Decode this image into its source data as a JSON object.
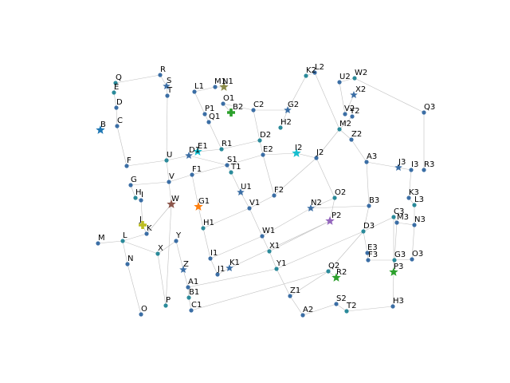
{
  "graph": {
    "colors": {
      "edge": "#c0c0c0",
      "node": "#3b6ea5",
      "node_alt": "#2a8a9a",
      "star": "#3b6ea5",
      "label": "#000000"
    },
    "markers": {
      "G1": {
        "color": "#ff7f0e",
        "shape": "star"
      },
      "P2": {
        "color": "#9467bd",
        "shape": "star"
      },
      "B2": {
        "color": "#2ca02c",
        "shape": "cross"
      },
      "I2": {
        "color": "#17becf",
        "shape": "star"
      },
      "E1": {
        "color": "#17becf",
        "shape": "star"
      },
      "J": {
        "color": "#bcbd22",
        "shape": "cross"
      },
      "N1": {
        "color": "#8c8c4a",
        "shape": "star"
      },
      "W": {
        "color": "#8c564b",
        "shape": "star"
      },
      "R2": {
        "color": "#2ca02c",
        "shape": "star"
      },
      "P3": {
        "color": "#2ca02c",
        "shape": "star"
      },
      "B": {
        "color": "#1f77b4",
        "shape": "star"
      }
    },
    "stars": [
      "S",
      "X2",
      "G2",
      "J3",
      "U1",
      "N2",
      "Z",
      "K1",
      "D1"
    ],
    "nodes": [
      {
        "id": "Q",
        "label": "Q"
      },
      {
        "id": "R",
        "label": "R"
      },
      {
        "id": "S",
        "label": "S"
      },
      {
        "id": "E",
        "label": "E"
      },
      {
        "id": "T",
        "label": "T"
      },
      {
        "id": "D",
        "label": "D"
      },
      {
        "id": "B",
        "label": "B"
      },
      {
        "id": "C",
        "label": "C"
      },
      {
        "id": "F",
        "label": "F"
      },
      {
        "id": "U",
        "label": "U"
      },
      {
        "id": "G",
        "label": "G"
      },
      {
        "id": "V",
        "label": "V"
      },
      {
        "id": "H",
        "label": "H"
      },
      {
        "id": "I",
        "label": "I"
      },
      {
        "id": "W",
        "label": "W"
      },
      {
        "id": "J",
        "label": "J"
      },
      {
        "id": "K",
        "label": "K"
      },
      {
        "id": "M",
        "label": "M"
      },
      {
        "id": "L",
        "label": "L"
      },
      {
        "id": "Y",
        "label": "Y"
      },
      {
        "id": "N",
        "label": "N"
      },
      {
        "id": "X",
        "label": "X"
      },
      {
        "id": "Z",
        "label": "Z"
      },
      {
        "id": "A1",
        "label": "A1"
      },
      {
        "id": "B1",
        "label": "B1"
      },
      {
        "id": "C1",
        "label": "C1"
      },
      {
        "id": "O",
        "label": "O"
      },
      {
        "id": "P",
        "label": "P"
      },
      {
        "id": "L1",
        "label": "L1"
      },
      {
        "id": "M1",
        "label": "M1"
      },
      {
        "id": "N1",
        "label": "N1"
      },
      {
        "id": "O1",
        "label": "O1"
      },
      {
        "id": "P1",
        "label": "P1"
      },
      {
        "id": "B2",
        "label": "B2"
      },
      {
        "id": "Q1",
        "label": "Q1"
      },
      {
        "id": "C2",
        "label": "C2"
      },
      {
        "id": "R1",
        "label": "R1"
      },
      {
        "id": "D1",
        "label": "D1"
      },
      {
        "id": "E1",
        "label": "E1"
      },
      {
        "id": "D2",
        "label": "D2"
      },
      {
        "id": "S1",
        "label": "S1"
      },
      {
        "id": "F1",
        "label": "F1"
      },
      {
        "id": "T1",
        "label": "T1"
      },
      {
        "id": "E2",
        "label": "E2"
      },
      {
        "id": "G1",
        "label": "G1"
      },
      {
        "id": "U1",
        "label": "U1"
      },
      {
        "id": "F2",
        "label": "F2"
      },
      {
        "id": "V1",
        "label": "V1"
      },
      {
        "id": "H1",
        "label": "H1"
      },
      {
        "id": "W1",
        "label": "W1"
      },
      {
        "id": "I1",
        "label": "I1"
      },
      {
        "id": "X1",
        "label": "X1"
      },
      {
        "id": "J1",
        "label": "J1"
      },
      {
        "id": "K1",
        "label": "K1"
      },
      {
        "id": "Y1",
        "label": "Y1"
      },
      {
        "id": "Z1",
        "label": "Z1"
      },
      {
        "id": "A2",
        "label": "A2"
      },
      {
        "id": "K2",
        "label": "K2"
      },
      {
        "id": "L2",
        "label": "L2"
      },
      {
        "id": "U2",
        "label": "U2"
      },
      {
        "id": "W2",
        "label": "W2"
      },
      {
        "id": "X2",
        "label": "X2"
      },
      {
        "id": "G2",
        "label": "G2"
      },
      {
        "id": "H2",
        "label": "H2"
      },
      {
        "id": "V2",
        "label": "V2"
      },
      {
        "id": "Y2",
        "label": "Y2"
      },
      {
        "id": "M2",
        "label": "M2"
      },
      {
        "id": "Z2",
        "label": "Z2"
      },
      {
        "id": "Q3",
        "label": "Q3"
      },
      {
        "id": "I2",
        "label": "I2"
      },
      {
        "id": "J2",
        "label": "J2"
      },
      {
        "id": "A3",
        "label": "A3"
      },
      {
        "id": "J3",
        "label": "J3"
      },
      {
        "id": "I3",
        "label": "I3"
      },
      {
        "id": "R3",
        "label": "R3"
      },
      {
        "id": "O2",
        "label": "O2"
      },
      {
        "id": "N2",
        "label": "N2"
      },
      {
        "id": "K3",
        "label": "K3"
      },
      {
        "id": "L3",
        "label": "L3"
      },
      {
        "id": "B3",
        "label": "B3"
      },
      {
        "id": "P2",
        "label": "P2"
      },
      {
        "id": "C3",
        "label": "C3"
      },
      {
        "id": "M3",
        "label": "M3"
      },
      {
        "id": "N3",
        "label": "N3"
      },
      {
        "id": "D3",
        "label": "D3"
      },
      {
        "id": "E3",
        "label": "E3"
      },
      {
        "id": "F3",
        "label": "F3"
      },
      {
        "id": "G3",
        "label": "G3"
      },
      {
        "id": "O3",
        "label": "O3"
      },
      {
        "id": "P3",
        "label": "P3"
      },
      {
        "id": "Q2",
        "label": "Q2"
      },
      {
        "id": "R2",
        "label": "R2"
      },
      {
        "id": "S2",
        "label": "S2"
      },
      {
        "id": "T2",
        "label": "T2"
      },
      {
        "id": "H3",
        "label": "H3"
      }
    ],
    "edges": [
      [
        "Q",
        "R"
      ],
      [
        "R",
        "S"
      ],
      [
        "S",
        "T"
      ],
      [
        "Q",
        "E"
      ],
      [
        "E",
        "D"
      ],
      [
        "D",
        "C"
      ],
      [
        "C",
        "F"
      ],
      [
        "F",
        "U"
      ],
      [
        "U",
        "T"
      ],
      [
        "U",
        "D1"
      ],
      [
        "D1",
        "E1"
      ],
      [
        "E1",
        "R1"
      ],
      [
        "R1",
        "D2"
      ],
      [
        "D2",
        "C2"
      ],
      [
        "L1",
        "P1"
      ],
      [
        "P1",
        "Q1"
      ],
      [
        "Q1",
        "R1"
      ],
      [
        "L1",
        "M1"
      ],
      [
        "M1",
        "N1"
      ],
      [
        "O1",
        "B2"
      ],
      [
        "O1",
        "C2"
      ],
      [
        "C2",
        "G2"
      ],
      [
        "G2",
        "K2"
      ],
      [
        "K2",
        "L2"
      ],
      [
        "L2",
        "M2"
      ],
      [
        "G2",
        "H2"
      ],
      [
        "U2",
        "V2"
      ],
      [
        "U2",
        "W2"
      ],
      [
        "W2",
        "Q3"
      ],
      [
        "Q3",
        "R3"
      ],
      [
        "V2",
        "X2"
      ],
      [
        "Y2",
        "M2"
      ],
      [
        "M2",
        "Z2"
      ],
      [
        "Z2",
        "A3"
      ],
      [
        "A3",
        "J3"
      ],
      [
        "J3",
        "I3"
      ],
      [
        "I3",
        "K3"
      ],
      [
        "K3",
        "L3"
      ],
      [
        "A3",
        "B3"
      ],
      [
        "M2",
        "J2"
      ],
      [
        "J2",
        "I2"
      ],
      [
        "I2",
        "E2"
      ],
      [
        "E2",
        "D2"
      ],
      [
        "E2",
        "F2"
      ],
      [
        "J2",
        "O2"
      ],
      [
        "J2",
        "F2"
      ],
      [
        "D1",
        "S1"
      ],
      [
        "S1",
        "T1"
      ],
      [
        "S1",
        "E2"
      ],
      [
        "F1",
        "S1"
      ],
      [
        "F1",
        "V"
      ],
      [
        "V",
        "U"
      ],
      [
        "V",
        "W"
      ],
      [
        "G",
        "V"
      ],
      [
        "G",
        "H"
      ],
      [
        "H",
        "I"
      ],
      [
        "I",
        "J"
      ],
      [
        "J",
        "K"
      ],
      [
        "K",
        "W"
      ],
      [
        "T1",
        "U1"
      ],
      [
        "U1",
        "V1"
      ],
      [
        "V1",
        "W1"
      ],
      [
        "F1",
        "G1"
      ],
      [
        "G1",
        "H1"
      ],
      [
        "H1",
        "I1"
      ],
      [
        "I1",
        "J1"
      ],
      [
        "V1",
        "F2"
      ],
      [
        "V1",
        "H1"
      ],
      [
        "W1",
        "N2"
      ],
      [
        "N2",
        "B3"
      ],
      [
        "N2",
        "O2"
      ],
      [
        "W1",
        "I1"
      ],
      [
        "W1",
        "X1"
      ],
      [
        "X1",
        "Y1"
      ],
      [
        "X1",
        "P2"
      ],
      [
        "P2",
        "O2"
      ],
      [
        "K1",
        "P2"
      ],
      [
        "K1",
        "J1"
      ],
      [
        "Y1",
        "A1"
      ],
      [
        "A1",
        "Z"
      ],
      [
        "Z",
        "Y"
      ],
      [
        "Y",
        "X"
      ],
      [
        "X",
        "L"
      ],
      [
        "L",
        "M"
      ],
      [
        "L",
        "K"
      ],
      [
        "L",
        "N"
      ],
      [
        "N",
        "O"
      ],
      [
        "X",
        "P"
      ],
      [
        "P",
        "W"
      ],
      [
        "B1",
        "A1"
      ],
      [
        "B1",
        "C1"
      ],
      [
        "C1",
        "Q2"
      ],
      [
        "Q2",
        "R2"
      ],
      [
        "Q2",
        "D3"
      ],
      [
        "D3",
        "C3"
      ],
      [
        "C3",
        "M3"
      ],
      [
        "M3",
        "N3"
      ],
      [
        "N3",
        "O3"
      ],
      [
        "N3",
        "L3"
      ],
      [
        "C3",
        "P3"
      ],
      [
        "D3",
        "E3"
      ],
      [
        "E3",
        "F3"
      ],
      [
        "F3",
        "G3"
      ],
      [
        "G3",
        "O3"
      ],
      [
        "Y1",
        "Z1"
      ],
      [
        "Z1",
        "A2"
      ],
      [
        "Z1",
        "Q2"
      ],
      [
        "A2",
        "S2"
      ],
      [
        "S2",
        "T2"
      ],
      [
        "T2",
        "H3"
      ],
      [
        "H3",
        "P3"
      ],
      [
        "P3",
        "M3"
      ],
      [
        "D3",
        "B3"
      ],
      [
        "Y1",
        "D3"
      ]
    ]
  }
}
